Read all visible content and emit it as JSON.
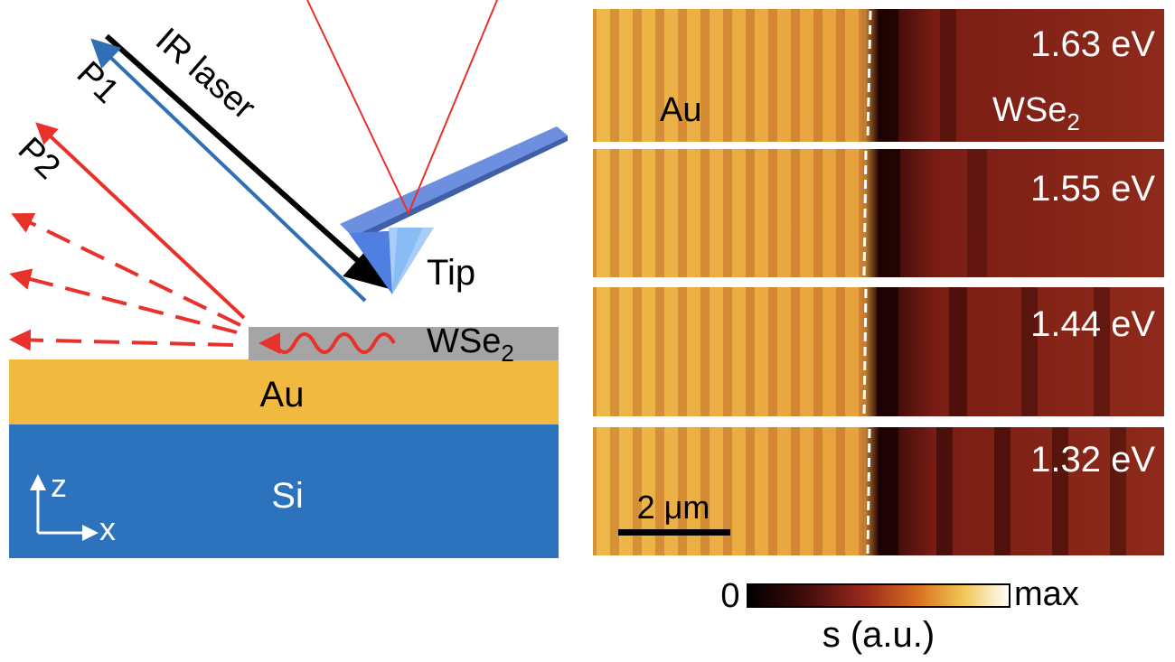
{
  "schematic": {
    "laser_label": "IR laser",
    "path1_label": "P1",
    "path2_label": "P2",
    "tip_label": "Tip",
    "layer_top_label": "WSe",
    "layer_top_subscript": "2",
    "layer_mid_label": "Au",
    "layer_bottom_label": "Si",
    "axis_z_label": "z",
    "axis_x_label": "x"
  },
  "maps": {
    "region_left_label": "Au",
    "region_right_label": "WSe",
    "region_right_subscript": "2",
    "panels": [
      {
        "energy": "1.63 eV"
      },
      {
        "energy": "1.55 eV"
      },
      {
        "energy": "1.44 eV"
      },
      {
        "energy": "1.32 eV"
      }
    ],
    "scalebar_label": "2 μm"
  },
  "colorbar": {
    "min_label": "0",
    "max_label": "max",
    "axis_label": "s (a.u.)"
  },
  "colors": {
    "laser_black": "#000000",
    "path1_blue": "#2f6fb3",
    "path2_red": "#e8312a",
    "tip_blue": "#6d8fe0",
    "wse2_gray": "#a5a5a5",
    "au_gold": "#f2b940",
    "si_blue": "#2d72bc"
  }
}
